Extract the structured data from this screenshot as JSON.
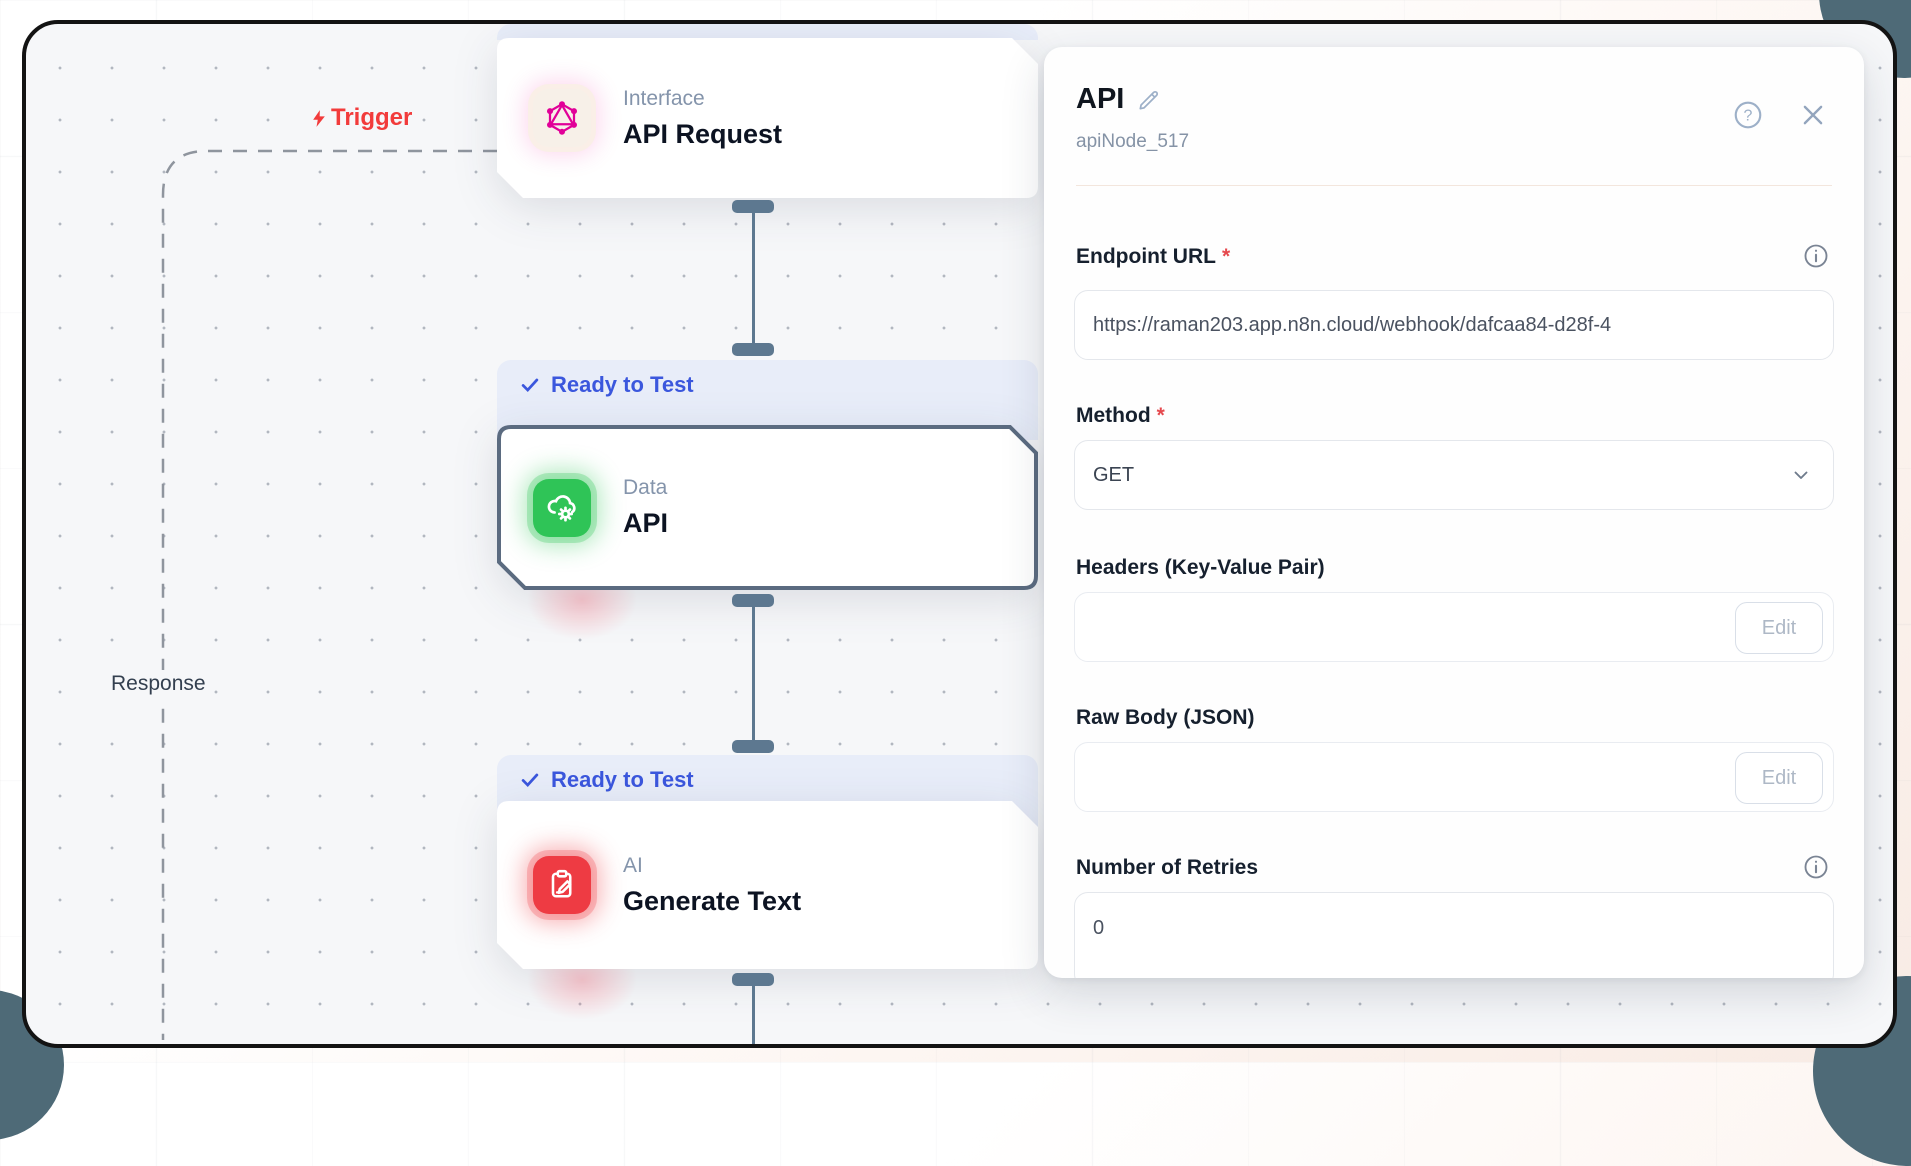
{
  "canvas": {
    "trigger_label": "Trigger",
    "response_label": "Response",
    "nodes": [
      {
        "id": "interface",
        "badge": "",
        "category": "Interface",
        "title": "API Request"
      },
      {
        "id": "data",
        "badge": "Ready to Test",
        "category": "Data",
        "title": "API"
      },
      {
        "id": "ai",
        "badge": "Ready to Test",
        "category": "AI",
        "title": "Generate Text"
      }
    ]
  },
  "panel": {
    "title": "API",
    "subtitle": "apiNode_517",
    "required_marker": "*",
    "fields": {
      "endpoint": {
        "label": "Endpoint URL",
        "value": "https://raman203.app.n8n.cloud/webhook/dafcaa84-d28f-4"
      },
      "method": {
        "label": "Method",
        "value": "GET"
      },
      "headers": {
        "label": "Headers (Key-Value Pair)",
        "value": "",
        "button": "Edit"
      },
      "raw_body": {
        "label": "Raw Body (JSON)",
        "value": "",
        "button": "Edit"
      },
      "retries": {
        "label": "Number of Retries",
        "value": "0"
      }
    }
  },
  "colors": {
    "accent_blue": "#3b57dd",
    "badge_bg": "#e8edf9",
    "node_green": "#2fc457",
    "node_red": "#ee3b43",
    "graphql_pink": "#e10098",
    "trigger_red": "#f23b3b",
    "connector_slate": "#5d7890",
    "required_red": "#e5484d"
  }
}
